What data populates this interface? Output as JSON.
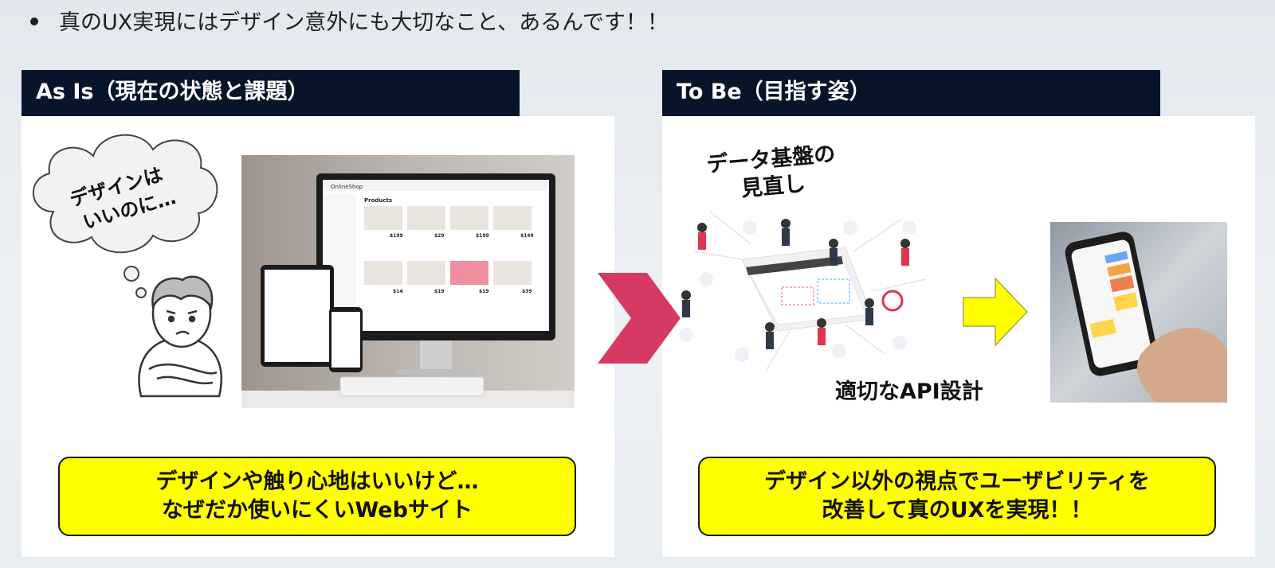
{
  "header": {
    "bullet_text": "真のUX実現にはデザイン意外にも大切なこと、あるんです！！"
  },
  "as_is": {
    "title": "As Is（現在の状態と課題）",
    "thought_line1": "デザインは",
    "thought_line2": "いいのに…",
    "screen_brand": "OnlineShop",
    "screen_heading": "Products",
    "prices": [
      "$199",
      "$29",
      "$199",
      "$149",
      "$14",
      "$19",
      "$19",
      "$39"
    ],
    "callout_line1": "デザインや触り心地はいいけど…",
    "callout_line2": "なぜだか使いにくいWebサイト"
  },
  "to_be": {
    "title": "To Be（目指す姿）",
    "data_label_line1": "データ基盤の",
    "data_label_line2": "見直し",
    "api_label": "適切なAPI設計",
    "callout_line1": "デザイン以外の視点でユーザビリティを",
    "callout_line2": "改善して真のUXを実現！！"
  },
  "colors": {
    "title_bar": "#07142a",
    "callout_fill": "#ffff00",
    "chevron": "#d63a62",
    "arrow_fill": "#ffff00"
  }
}
